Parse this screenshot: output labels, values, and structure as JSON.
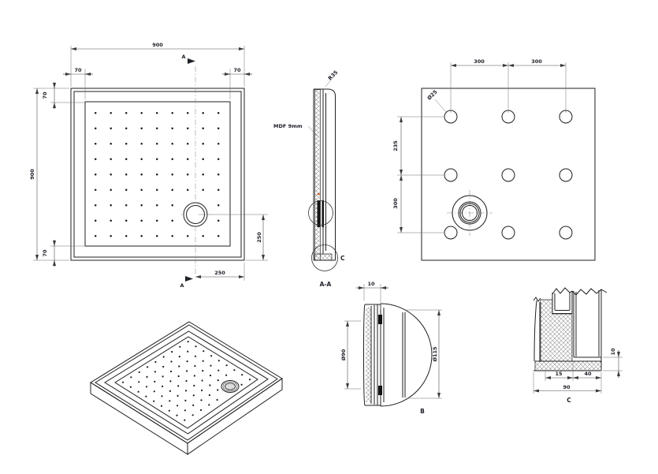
{
  "views": {
    "plan": {
      "dim_overall_top": "900",
      "dim_overall_left": "900",
      "dim_rim_top_left": "70",
      "dim_rim_top_right": "70",
      "dim_rim_left_top": "70",
      "dim_rim_left_bottom": "70",
      "dim_drain_from_right_edge": "250",
      "dim_drain_from_bottom_edge": "250",
      "section_marker_top": "A",
      "section_marker_bottom": "A"
    },
    "section": {
      "label": "A-A",
      "corner_radius": "R35",
      "material_note": "MDF 9mm",
      "detail_marker_c": "C"
    },
    "bottom": {
      "dim_hole_pitch_left": "300",
      "dim_hole_pitch_right": "300",
      "dim_first_row": "235",
      "dim_second_row": "300",
      "hole_diameter": "Ø25"
    },
    "detail_b": {
      "label": "B",
      "dim_lip": "10",
      "dim_inner_dia": "Ø90",
      "dim_outer_dia": "Ø115"
    },
    "detail_c": {
      "label": "C",
      "dim_step": "15",
      "dim_ledge": "40",
      "dim_width": "90",
      "dim_thickness": "10"
    }
  },
  "colors": {
    "background": "#ffffff",
    "part_line": "#1f1f1f",
    "dimension_line": "#4d4d4d",
    "text": "#20222a",
    "accent_mark": "#c8662e"
  }
}
